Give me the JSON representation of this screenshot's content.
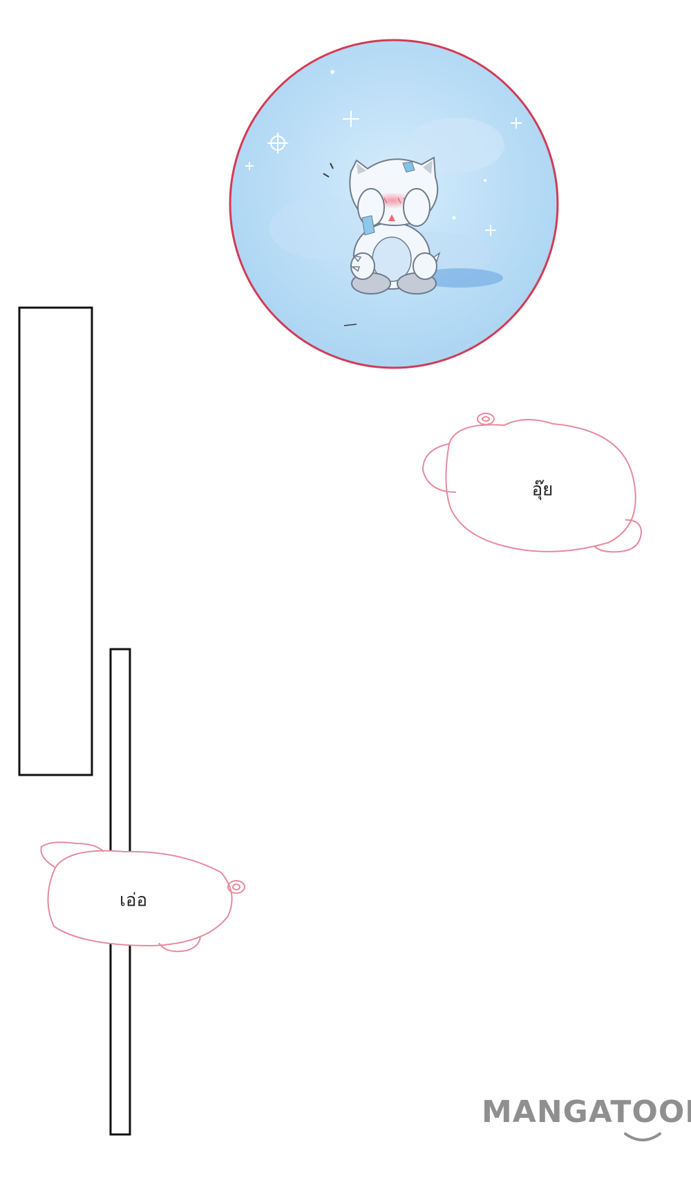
{
  "panel": {
    "bubble_1_text": "อุ๊ย",
    "bubble_2_text": "เอ่อ"
  },
  "watermark": {
    "text": "MANGATOON"
  },
  "colors": {
    "circle_border": "#d23a54",
    "bubble_outline": "#e58a9c",
    "panel_frame": "#111111",
    "watermark": "#8f8f8f"
  },
  "icons": {
    "creature": "chibi-blushing-creature",
    "watermark_smile": "smile-icon"
  }
}
